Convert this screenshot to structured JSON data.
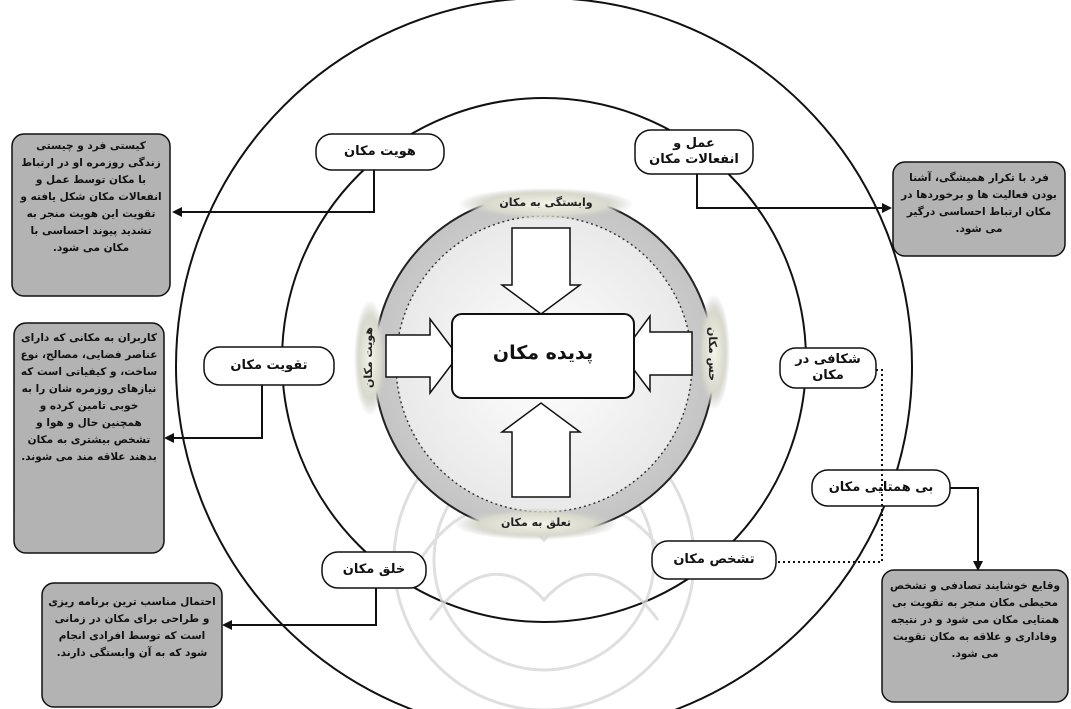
{
  "center": {
    "label": "پدیده مکان"
  },
  "ring_labels": {
    "top": "وابستگی به مکان",
    "bottom": "تعلق به مکان",
    "left": "هویت مکان",
    "right": "حس مکان"
  },
  "outer_nodes": {
    "identity": "هویت مکان",
    "actions": "عمل و انفعالات مکان",
    "strengthen": "تقویت مکان",
    "formation": "شکافی در مکان",
    "uniqueness": "بی همتایی مکان",
    "creation": "خلق مکان",
    "distinction": "تشخص مکان"
  },
  "descriptions": {
    "identity_desc": "کیستی فرد و چیستی زندگی روزمره او در ارتباط با مکان توسط عمل و انفعالات مکان شکل یافته و تقویت این هویت منجر به تشدید پیوند احساسی با مکان می شود.",
    "actions_desc": "فرد با تکرار همیشگی، آشنا بودن فعالیت ها و برخوردها در مکان ارتباط احساسی درگیر می شود.",
    "strengthen_desc": "کاربران به مکانی که دارای عناصر فضایی، مصالح، نوع ساخت، و کیفیاتی است که نیازهای روزمره شان را به خوبی تامین کرده و همچنین حال و هوا و تشخص بیشتری به مکان بدهند علاقه مند می شوند.",
    "uniqueness_desc": "وقایع خوشایند تصادفی و تشخص محیطی مکان منجر به تقویت بی همتایی مکان می شود و در نتیجه وفاداری و علاقه به مکان تقویت می شود.",
    "creation_desc": "احتمال مناسب ترین برنامه ریزی و طراحی برای مکان در زمانی است که توسط افرادی انجام شود که به آن وابستگی دارند."
  }
}
